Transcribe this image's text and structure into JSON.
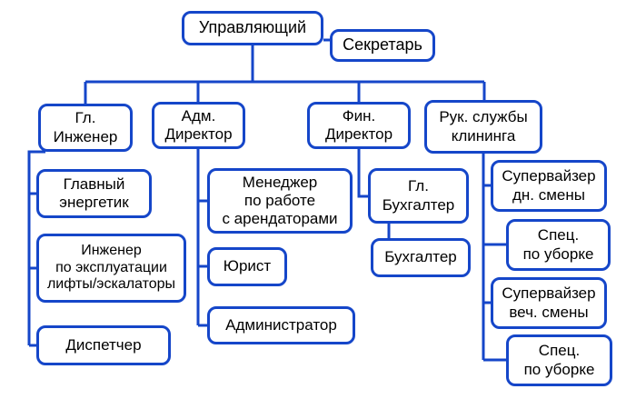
{
  "diagram": {
    "type": "org-chart",
    "accent_color": "#1546c9",
    "text_color": "#000000",
    "background_color": "#ffffff",
    "nodes": {
      "manager": {
        "label": "Управляющий"
      },
      "secretary": {
        "label": "Секретарь"
      },
      "chief_engineer": {
        "label": "Гл.\nИнженер"
      },
      "adm_director": {
        "label": "Адм.\nДиректор"
      },
      "fin_director": {
        "label": "Фин.\nДиректор"
      },
      "cleaning_head": {
        "label": "Рук. службы\nклининга"
      },
      "chief_power": {
        "label": "Главный\nэнергетик"
      },
      "engineer_lifts": {
        "label": "Инженер\nпо эксплуатации\nлифты/эскалаторы"
      },
      "dispatcher": {
        "label": "Диспетчер"
      },
      "tenant_manager": {
        "label": "Менеджер\nпо работе\nс арендаторами"
      },
      "lawyer": {
        "label": "Юрист"
      },
      "administrator": {
        "label": "Администратор"
      },
      "chief_accountant": {
        "label": "Гл.\nБухгалтер"
      },
      "accountant": {
        "label": "Бухгалтер"
      },
      "supervisor_day": {
        "label": "Супервайзер\nдн. смены"
      },
      "cleaner_day": {
        "label": "Спец.\nпо уборке"
      },
      "supervisor_eve": {
        "label": "Супервайзер\nвеч. смены"
      },
      "cleaner_eve": {
        "label": "Спец.\nпо уборке"
      }
    },
    "edges": [
      [
        "manager",
        "secretary"
      ],
      [
        "manager",
        "chief_engineer"
      ],
      [
        "manager",
        "adm_director"
      ],
      [
        "manager",
        "fin_director"
      ],
      [
        "manager",
        "cleaning_head"
      ],
      [
        "chief_engineer",
        "chief_power"
      ],
      [
        "chief_engineer",
        "engineer_lifts"
      ],
      [
        "chief_engineer",
        "dispatcher"
      ],
      [
        "adm_director",
        "tenant_manager"
      ],
      [
        "adm_director",
        "lawyer"
      ],
      [
        "adm_director",
        "administrator"
      ],
      [
        "fin_director",
        "chief_accountant"
      ],
      [
        "chief_accountant",
        "accountant"
      ],
      [
        "cleaning_head",
        "supervisor_day"
      ],
      [
        "supervisor_day",
        "cleaner_day"
      ],
      [
        "cleaning_head",
        "supervisor_eve"
      ],
      [
        "supervisor_eve",
        "cleaner_eve"
      ]
    ]
  }
}
